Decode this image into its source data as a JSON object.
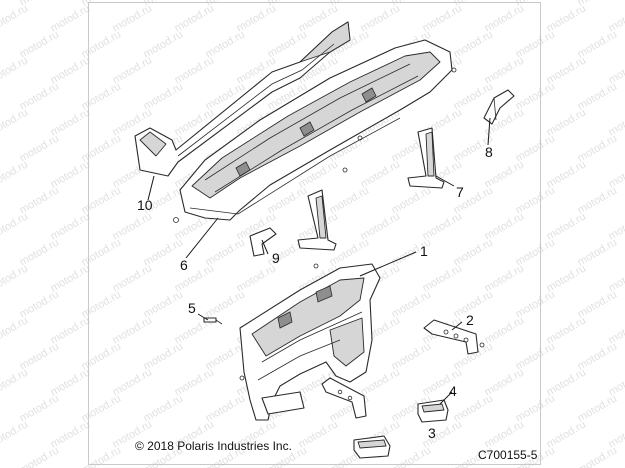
{
  "diagram": {
    "callouts": [
      "1",
      "2",
      "3",
      "4",
      "5",
      "6",
      "7",
      "8",
      "9",
      "10"
    ],
    "copyright": "© 2018 Polaris Industries Inc.",
    "figure_code": "C700155-5",
    "watermark": "motod.ru"
  },
  "colors": {
    "line": "#2a2a2a",
    "shade": "#d6d6d6",
    "watermark": "#c8c8c8"
  }
}
